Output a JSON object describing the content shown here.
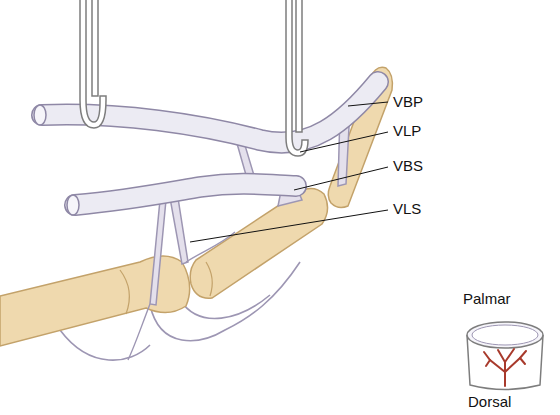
{
  "diagram": {
    "labels": [
      "VBP",
      "VLP",
      "VBS",
      "VLS",
      "Palmar",
      "Dorsal"
    ]
  }
}
